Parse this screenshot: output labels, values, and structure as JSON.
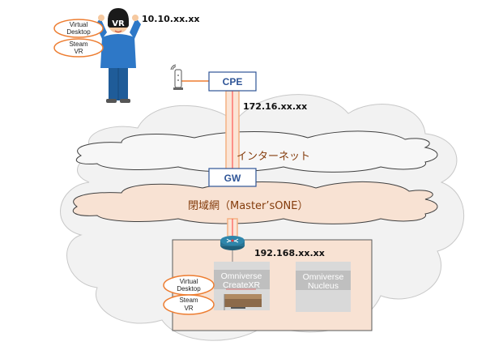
{
  "user": {
    "headset_label": "VR",
    "ip": "10.10.xx.xx",
    "apps": [
      "Virtual Desktop",
      "Steam VR"
    ]
  },
  "cpe": {
    "label": "CPE",
    "ip": "172.16.xx.xx"
  },
  "internet": {
    "label": "インターネット"
  },
  "gw": {
    "label": "GW"
  },
  "closed_network": {
    "label": "閉域網（Master’sONE）"
  },
  "datacenter": {
    "ip": "192.168.xx.xx",
    "apps": [
      "Virtual Desktop",
      "Steam VR"
    ],
    "servers": [
      {
        "line1": "Omniverse",
        "line2": "CreateXR"
      },
      {
        "line1": "Omniverse",
        "line2": "Nucleus"
      }
    ]
  },
  "colors": {
    "box_border": "#2f5597",
    "box_text": "#2f5597",
    "oval_border": "#ed7d31",
    "link_red": "#ff3b3b",
    "link_orange": "#f4b183",
    "closed_cloud_fill": "#f8e2d3",
    "outer_cloud_fill": "#f2f2f2",
    "label_brown": "#843c0c"
  }
}
